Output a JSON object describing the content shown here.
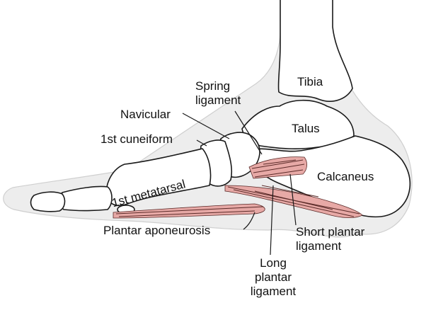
{
  "diagram": {
    "labels": {
      "tibia": "Tibia",
      "talus": "Talus",
      "calcaneus": "Calcaneus",
      "navicular": "Navicular",
      "first_cuneiform": "1st cuneiform",
      "first_metatarsal": "1st metatarsal",
      "spring_ligament": [
        "Spring",
        "ligament"
      ],
      "plantar_aponeurosis": "Plantar aponeurosis",
      "short_plantar_ligament": [
        "Short plantar",
        "ligament"
      ],
      "long_plantar_ligament": [
        "Long",
        "plantar",
        "ligament"
      ]
    },
    "colors": {
      "skin": "#ededed",
      "bone_outline": "#1a1a1a",
      "ligament_fill": "#e7a9a6",
      "ligament_stripe": "#5a2a28",
      "leader_line": "#1a1a1a"
    }
  }
}
